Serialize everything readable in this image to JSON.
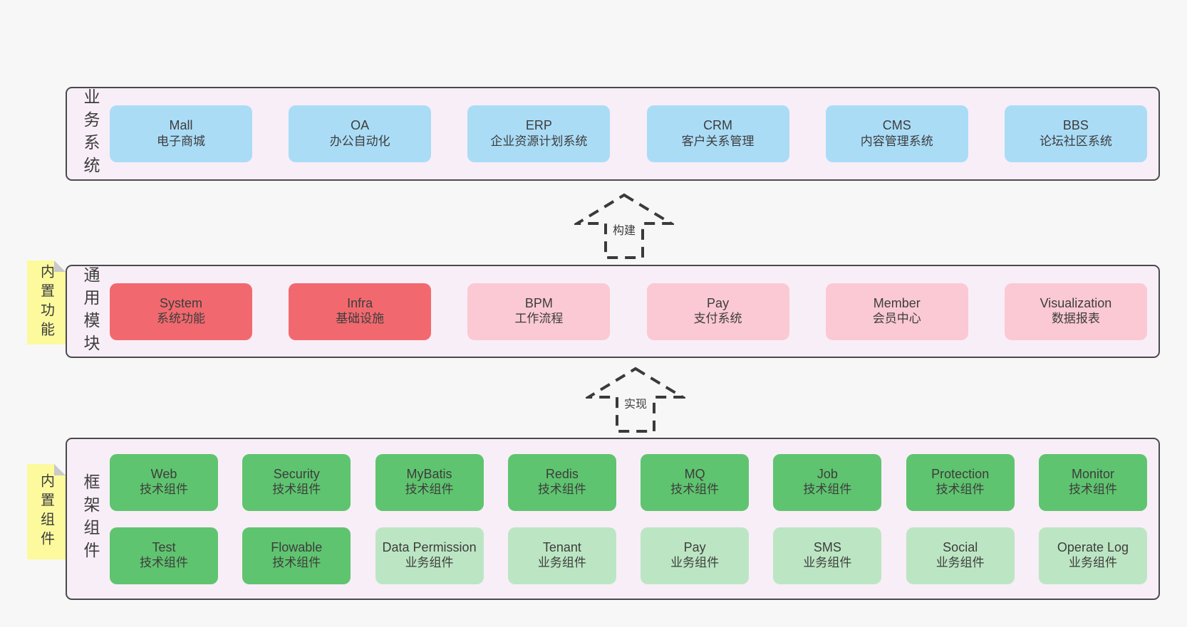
{
  "colors": {
    "page_bg": "#f7f7f7",
    "panel_bg": "#f8eef7",
    "panel_border": "#4a4a4a",
    "blue": "#aadcf6",
    "red": "#f1696e",
    "pink": "#fbc9d3",
    "green": "#5fc46f",
    "green_light": "#bce6c3",
    "yellow": "#fcfa9d",
    "fold": "#c9c9c9",
    "text": "#3d3d3d",
    "arrow": "#3a3a3a"
  },
  "arrows": [
    {
      "label": "构建"
    },
    {
      "label": "实现"
    }
  ],
  "sections": [
    {
      "label": "业务系统",
      "rows": [
        [
          {
            "title": "Mall",
            "subtitle": "电子商城",
            "variant": "blue"
          },
          {
            "title": "OA",
            "subtitle": "办公自动化",
            "variant": "blue"
          },
          {
            "title": "ERP",
            "subtitle": "企业资源计划系统",
            "variant": "blue"
          },
          {
            "title": "CRM",
            "subtitle": "客户关系管理",
            "variant": "blue"
          },
          {
            "title": "CMS",
            "subtitle": "内容管理系统",
            "variant": "blue"
          },
          {
            "title": "BBS",
            "subtitle": "论坛社区系统",
            "variant": "blue"
          }
        ]
      ]
    },
    {
      "note": "内置功能",
      "label": "通用模块",
      "rows": [
        [
          {
            "title": "System",
            "subtitle": "系统功能",
            "variant": "red"
          },
          {
            "title": "Infra",
            "subtitle": "基础设施",
            "variant": "red"
          },
          {
            "title": "BPM",
            "subtitle": "工作流程",
            "variant": "pink"
          },
          {
            "title": "Pay",
            "subtitle": "支付系统",
            "variant": "pink"
          },
          {
            "title": "Member",
            "subtitle": "会员中心",
            "variant": "pink"
          },
          {
            "title": "Visualization",
            "subtitle": "数据报表",
            "variant": "pink"
          }
        ]
      ]
    },
    {
      "note": "内置组件",
      "label": "框架组件",
      "rows": [
        [
          {
            "title": "Web",
            "subtitle": "技术组件",
            "variant": "green"
          },
          {
            "title": "Security",
            "subtitle": "技术组件",
            "variant": "green"
          },
          {
            "title": "MyBatis",
            "subtitle": "技术组件",
            "variant": "green"
          },
          {
            "title": "Redis",
            "subtitle": "技术组件",
            "variant": "green"
          },
          {
            "title": "MQ",
            "subtitle": "技术组件",
            "variant": "green"
          },
          {
            "title": "Job",
            "subtitle": "技术组件",
            "variant": "green"
          },
          {
            "title": "Protection",
            "subtitle": "技术组件",
            "variant": "green"
          },
          {
            "title": "Monitor",
            "subtitle": "技术组件",
            "variant": "green"
          }
        ],
        [
          {
            "title": "Test",
            "subtitle": "技术组件",
            "variant": "green"
          },
          {
            "title": "Flowable",
            "subtitle": "技术组件",
            "variant": "green"
          },
          {
            "title": "Data Permission",
            "subtitle": "业务组件",
            "variant": "green-light"
          },
          {
            "title": "Tenant",
            "subtitle": "业务组件",
            "variant": "green-light"
          },
          {
            "title": "Pay",
            "subtitle": "业务组件",
            "variant": "green-light"
          },
          {
            "title": "SMS",
            "subtitle": "业务组件",
            "variant": "green-light"
          },
          {
            "title": "Social",
            "subtitle": "业务组件",
            "variant": "green-light"
          },
          {
            "title": "Operate Log",
            "subtitle": "业务组件",
            "variant": "green-light"
          }
        ]
      ]
    }
  ]
}
